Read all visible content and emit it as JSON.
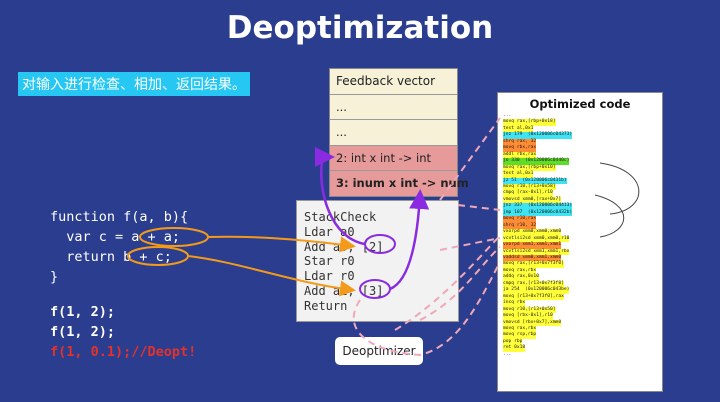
{
  "slide": {
    "title": "Deoptimization",
    "subtitle": "对输入进行检查、相加、返回结果。"
  },
  "code": {
    "line1": "function f(a, b){",
    "line2": "  var c = a + a;",
    "line3": "  return b + c;",
    "line4": "}",
    "call1": "f(1, 2);",
    "call2": "f(1, 2);",
    "call3": "f(1, 0.1);//Deopt!"
  },
  "feedback_vector": {
    "header": "Feedback vector",
    "row1": "...",
    "row2": "...",
    "row3": "2: int x int -> int",
    "row4": "3: inum x int -> num"
  },
  "bytecode": {
    "lines": "StackCheck\nLdar a0\nAdd a0, [2]\nStar r0\nLdar r0\nAdd a1, [3]\nReturn"
  },
  "deoptimizer": {
    "label": "Deoptimizer"
  },
  "optimized_code": {
    "title": "Optimized code",
    "lines": [
      {
        "t": "...",
        "h": "n"
      },
      {
        "t": "movq rax,[rbp+0x18]",
        "h": "y"
      },
      {
        "t": "test al,0x1",
        "h": "y"
      },
      {
        "t": "jnz 179  (0x120006c04373)",
        "h": "c"
      },
      {
        "t": "shrq rax, 32",
        "h": "o"
      },
      {
        "t": "movq rbx,rax",
        "h": "o"
      },
      {
        "t": "addl rbx,rax",
        "h": "y"
      },
      {
        "t": "jo 330  (0x120006c0440c)",
        "h": "g"
      },
      {
        "t": "movq rax,[rbp+0x10]",
        "h": "y"
      },
      {
        "t": "test al,0x1",
        "h": "y"
      },
      {
        "t": "jz 51  (0x120006c0431b)",
        "h": "c"
      },
      {
        "t": "movq r10,[r13+0x58]",
        "h": "y"
      },
      {
        "t": "cmpq [rax-0x1],r10",
        "h": "y"
      },
      {
        "t": "vmovsd xmm0,[rax+0x7]",
        "h": "y"
      },
      {
        "t": "jnz 337  (0x120006c04413)",
        "h": "c"
      },
      {
        "t": "jmp 107  (0x120006c0432b)",
        "h": "c"
      },
      {
        "t": "movq r10,rax",
        "h": "o"
      },
      {
        "t": "shrq r10, 32",
        "h": "o"
      },
      {
        "t": "vxorpd xmm0,xmm0,xmm0",
        "h": "y"
      },
      {
        "t": "vcvtlsi2sd xmm0,xmm0,r10",
        "h": "y"
      },
      {
        "t": "vxorpd xmm1,xmm1,xmm1",
        "h": "o"
      },
      {
        "t": "vcvtlsi2sd xmm1,xmm1,rbx",
        "h": "y"
      },
      {
        "t": "vaddsd xmm0,xmm1,xmm0",
        "h": "o"
      },
      {
        "t": "movq rax,[r13+0x7f3f0]",
        "h": "y"
      },
      {
        "t": "movq rax,rbx",
        "h": "y"
      },
      {
        "t": "addq rax,0x10",
        "h": "y"
      },
      {
        "t": "cmpq rax,[r13+0x7f3f8]",
        "h": "y"
      },
      {
        "t": "ja 254  (0x120006c043be)",
        "h": "y"
      },
      {
        "t": "movq [r13+0x7f3f0],rax",
        "h": "y"
      },
      {
        "t": "incq rbx",
        "h": "y"
      },
      {
        "t": "movq r10,[r13+0x50]",
        "h": "y"
      },
      {
        "t": "movq [rbx-0x1],r10",
        "h": "y"
      },
      {
        "t": "vmovsd [rbx+0x7],xmm0",
        "h": "y"
      },
      {
        "t": "movq rax,rbx",
        "h": "y"
      },
      {
        "t": "movq rsp,rbp",
        "h": "y"
      },
      {
        "t": "pop rbp",
        "h": "y"
      },
      {
        "t": "ret 0x18",
        "h": "y"
      },
      {
        "t": "...",
        "h": "n"
      }
    ]
  },
  "colors": {
    "background": "#2b3d8f",
    "subtitle_bg": "#26c7f2",
    "feedback_bg": "#f7f1d7",
    "feedback_hit": "#e69a9a",
    "arrow_orange": "#f39a1a",
    "arrow_purple": "#8a2be2",
    "deopt_text": "#e4322a"
  }
}
